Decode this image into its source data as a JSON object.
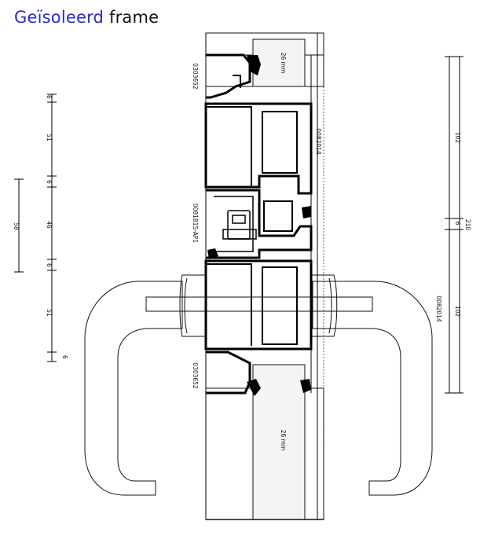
{
  "title": {
    "part1": "Geïsoleerd",
    "part2": "frame"
  },
  "glazing": {
    "top": "26 mm",
    "bottom": "26 mm"
  },
  "profile_codes": {
    "top_bead": "0303652",
    "upper_frame": "0082014",
    "mullion": "0081815-AP1",
    "lower_frame": "0082014",
    "bottom_bead": "0303652"
  },
  "dims_left": [
    "6",
    "51",
    "6",
    "46",
    "6",
    "51",
    "6"
  ],
  "dim_left_total": "58",
  "dims_right": [
    "102",
    "6",
    "102"
  ],
  "dim_right_total": "210",
  "colors": {
    "title_accent": "#2a2ad0",
    "line": "#000000",
    "glass_fill": "#ffffff",
    "panel_fill": "#f4f4f4"
  }
}
